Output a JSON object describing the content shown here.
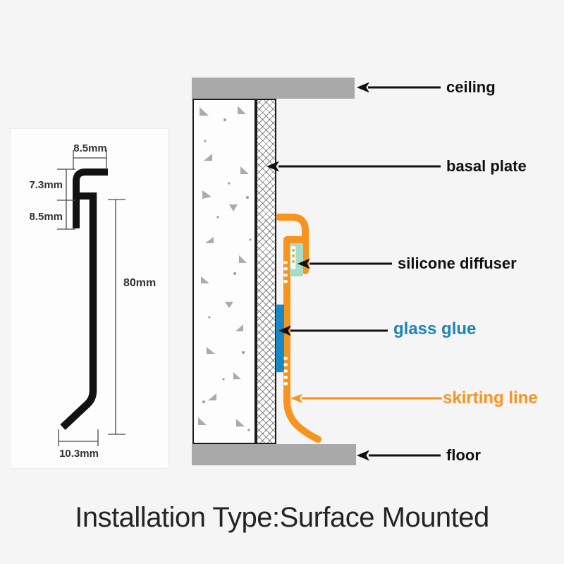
{
  "page": {
    "caption": "Installation Type:Surface Mounted"
  },
  "profile_drawing": {
    "dim_top_width": "8.5mm",
    "dim_upper_height": "7.3mm",
    "dim_hook_height": "8.5mm",
    "dim_body_height": "80mm",
    "dim_foot_width": "10.3mm"
  },
  "installation_diagram": {
    "labels": {
      "ceiling": "ceiling",
      "basal_plate": "basal plate",
      "silicone_diffuser": "silicone diffuser",
      "glass_glue": "glass glue",
      "skirting_line": "skirting line",
      "floor": "floor"
    },
    "colors": {
      "skirting_orange": "#F7941E",
      "glass_glue_blue": "#1789C4",
      "diffuser_teal": "#A8DCC8",
      "glass_glue_label_blue": "#1B85B9",
      "concrete_gray": "#A9A9A9"
    }
  }
}
